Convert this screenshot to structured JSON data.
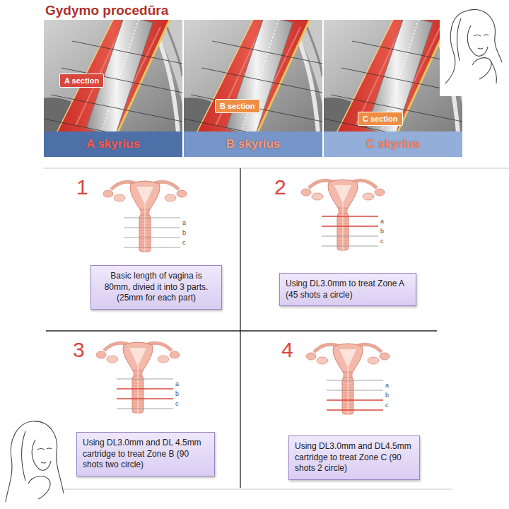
{
  "diagram": {
    "title": "Gydymo procedūra",
    "nodes": [
      {
        "text": [
          "A section"
        ]
      },
      {
        "text": [
          "A skyrius"
        ]
      },
      {
        "text": [
          "B section"
        ]
      },
      {
        "text": [
          "B skyrius"
        ]
      },
      {
        "text": [
          "C section"
        ]
      },
      {
        "text": [
          "C skyrius"
        ]
      },
      {
        "text": [
          "Basic length of vagina is 80mm, divied it into 3 parts. (25mm for each part)"
        ]
      },
      {
        "text": [
          "Using DL3.0mm to treat Zone A (45 shots a circle)"
        ]
      },
      {
        "text": [
          "Using DL3.0mm and DL 4.5mm cartridge to treat Zone B (90 shots two circle)"
        ]
      },
      {
        "text": [
          "Using DL3.0mm and DL4.5mm cartridge to treat Zone C (90 shots 2 circle)"
        ]
      }
    ],
    "labels": [
      "1",
      "a",
      "b",
      "c",
      "2",
      "a",
      "b",
      "c",
      "3",
      "a",
      "b",
      "c",
      "4",
      "a",
      "b",
      "c"
    ]
  }
}
